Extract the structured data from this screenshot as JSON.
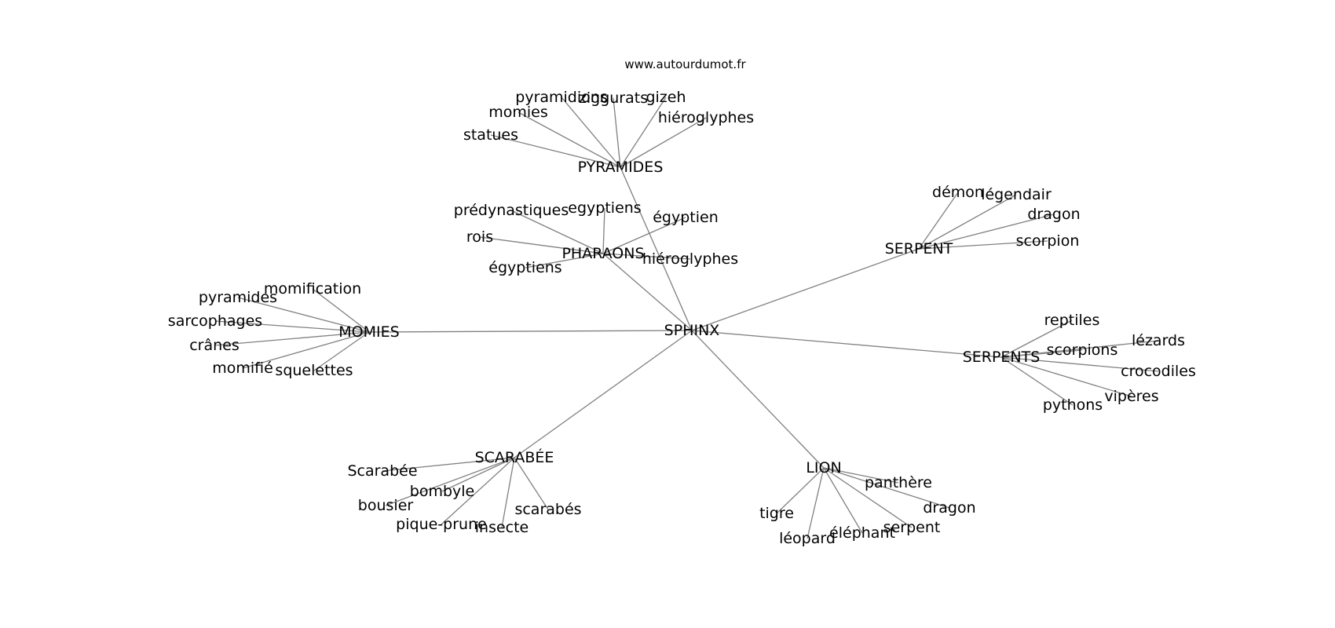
{
  "watermark": "www.autourdumot.fr",
  "center": "SPHINX",
  "nodes": [
    {
      "id": "SPHINX"
    },
    {
      "id": "PYRAMIDES"
    },
    {
      "id": "PHARAONS"
    },
    {
      "id": "SERPENT"
    },
    {
      "id": "SERPENTS"
    },
    {
      "id": "MOMIES"
    },
    {
      "id": "SCARABÉE"
    },
    {
      "id": "LION"
    },
    {
      "id": "statues"
    },
    {
      "id": "momies"
    },
    {
      "id": "pyramidions"
    },
    {
      "id": "ziggurats"
    },
    {
      "id": "gizeh"
    },
    {
      "id": "hiéroglyphes_1",
      "label": "hiéroglyphes"
    },
    {
      "id": "prédynastiques"
    },
    {
      "id": "egyptiens"
    },
    {
      "id": "égyptien"
    },
    {
      "id": "rois"
    },
    {
      "id": "égyptiens"
    },
    {
      "id": "hiéroglyphes_2",
      "label": "hiéroglyphes"
    },
    {
      "id": "démon"
    },
    {
      "id": "légendair"
    },
    {
      "id": "dragon_1",
      "label": "dragon"
    },
    {
      "id": "scorpion"
    },
    {
      "id": "reptiles"
    },
    {
      "id": "lézards"
    },
    {
      "id": "scorpions"
    },
    {
      "id": "crocodiles"
    },
    {
      "id": "vipères"
    },
    {
      "id": "pythons"
    },
    {
      "id": "momification"
    },
    {
      "id": "pyramides"
    },
    {
      "id": "sarcophages"
    },
    {
      "id": "crânes"
    },
    {
      "id": "momifié"
    },
    {
      "id": "squelettes"
    },
    {
      "id": "Scarabée"
    },
    {
      "id": "bombyle"
    },
    {
      "id": "bousier"
    },
    {
      "id": "pique-prune"
    },
    {
      "id": "insecte"
    },
    {
      "id": "scarabés"
    },
    {
      "id": "panthère"
    },
    {
      "id": "dragon_2",
      "label": "dragon"
    },
    {
      "id": "tigre"
    },
    {
      "id": "léopard"
    },
    {
      "id": "éléphant"
    },
    {
      "id": "serpent"
    }
  ],
  "edges": [
    [
      "SPHINX",
      "PYRAMIDES"
    ],
    [
      "SPHINX",
      "PHARAONS"
    ],
    [
      "SPHINX",
      "SERPENT"
    ],
    [
      "SPHINX",
      "SERPENTS"
    ],
    [
      "SPHINX",
      "MOMIES"
    ],
    [
      "SPHINX",
      "SCARABÉE"
    ],
    [
      "SPHINX",
      "LION"
    ],
    [
      "PYRAMIDES",
      "statues"
    ],
    [
      "PYRAMIDES",
      "momies"
    ],
    [
      "PYRAMIDES",
      "pyramidions"
    ],
    [
      "PYRAMIDES",
      "ziggurats"
    ],
    [
      "PYRAMIDES",
      "gizeh"
    ],
    [
      "PYRAMIDES",
      "hiéroglyphes_1"
    ],
    [
      "PHARAONS",
      "prédynastiques"
    ],
    [
      "PHARAONS",
      "egyptiens"
    ],
    [
      "PHARAONS",
      "égyptien"
    ],
    [
      "PHARAONS",
      "rois"
    ],
    [
      "PHARAONS",
      "égyptiens"
    ],
    [
      "PHARAONS",
      "hiéroglyphes_2"
    ],
    [
      "SERPENT",
      "démon"
    ],
    [
      "SERPENT",
      "légendair"
    ],
    [
      "SERPENT",
      "dragon_1"
    ],
    [
      "SERPENT",
      "scorpion"
    ],
    [
      "SERPENTS",
      "reptiles"
    ],
    [
      "SERPENTS",
      "lézards"
    ],
    [
      "SERPENTS",
      "scorpions"
    ],
    [
      "SERPENTS",
      "crocodiles"
    ],
    [
      "SERPENTS",
      "vipères"
    ],
    [
      "SERPENTS",
      "pythons"
    ],
    [
      "MOMIES",
      "momification"
    ],
    [
      "MOMIES",
      "pyramides"
    ],
    [
      "MOMIES",
      "sarcophages"
    ],
    [
      "MOMIES",
      "crânes"
    ],
    [
      "MOMIES",
      "momifié"
    ],
    [
      "MOMIES",
      "squelettes"
    ],
    [
      "SCARABÉE",
      "Scarabée"
    ],
    [
      "SCARABÉE",
      "bombyle"
    ],
    [
      "SCARABÉE",
      "bousier"
    ],
    [
      "SCARABÉE",
      "pique-prune"
    ],
    [
      "SCARABÉE",
      "insecte"
    ],
    [
      "SCARABÉE",
      "scarabés"
    ],
    [
      "LION",
      "panthère"
    ],
    [
      "LION",
      "dragon_2"
    ],
    [
      "LION",
      "tigre"
    ],
    [
      "LION",
      "léopard"
    ],
    [
      "LION",
      "éléphant"
    ],
    [
      "LION",
      "serpent"
    ]
  ],
  "edge_color": "#808080"
}
